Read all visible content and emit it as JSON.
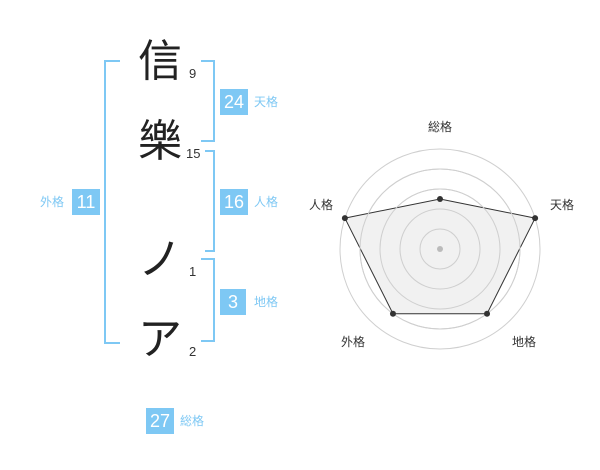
{
  "colors": {
    "accent": "#7ec8f4",
    "accent_text": "#7ec8f4",
    "bracket": "#7ec8f4",
    "grid": "#cfcfcf",
    "shape_fill": "#eeeeee",
    "shape_stroke": "#333333"
  },
  "name": {
    "chars": [
      {
        "char": "信",
        "strokes": "9"
      },
      {
        "char": "樂",
        "strokes": "15"
      },
      {
        "char": "ノ",
        "strokes": "1"
      },
      {
        "char": "ア",
        "strokes": "2"
      }
    ]
  },
  "fortune": {
    "tenkaku": {
      "value": "24",
      "label": "天格"
    },
    "jinkaku": {
      "value": "16",
      "label": "人格"
    },
    "chikaku": {
      "value": "3",
      "label": "地格"
    },
    "gaikaku": {
      "value": "11",
      "label": "外格"
    },
    "soukaku": {
      "value": "27",
      "label": "総格"
    }
  },
  "radar": {
    "axes": [
      "総格",
      "天格",
      "地格",
      "外格",
      "人格"
    ],
    "levels": 5,
    "values": [
      0.5,
      1.0,
      0.8,
      0.8,
      1.0
    ]
  }
}
